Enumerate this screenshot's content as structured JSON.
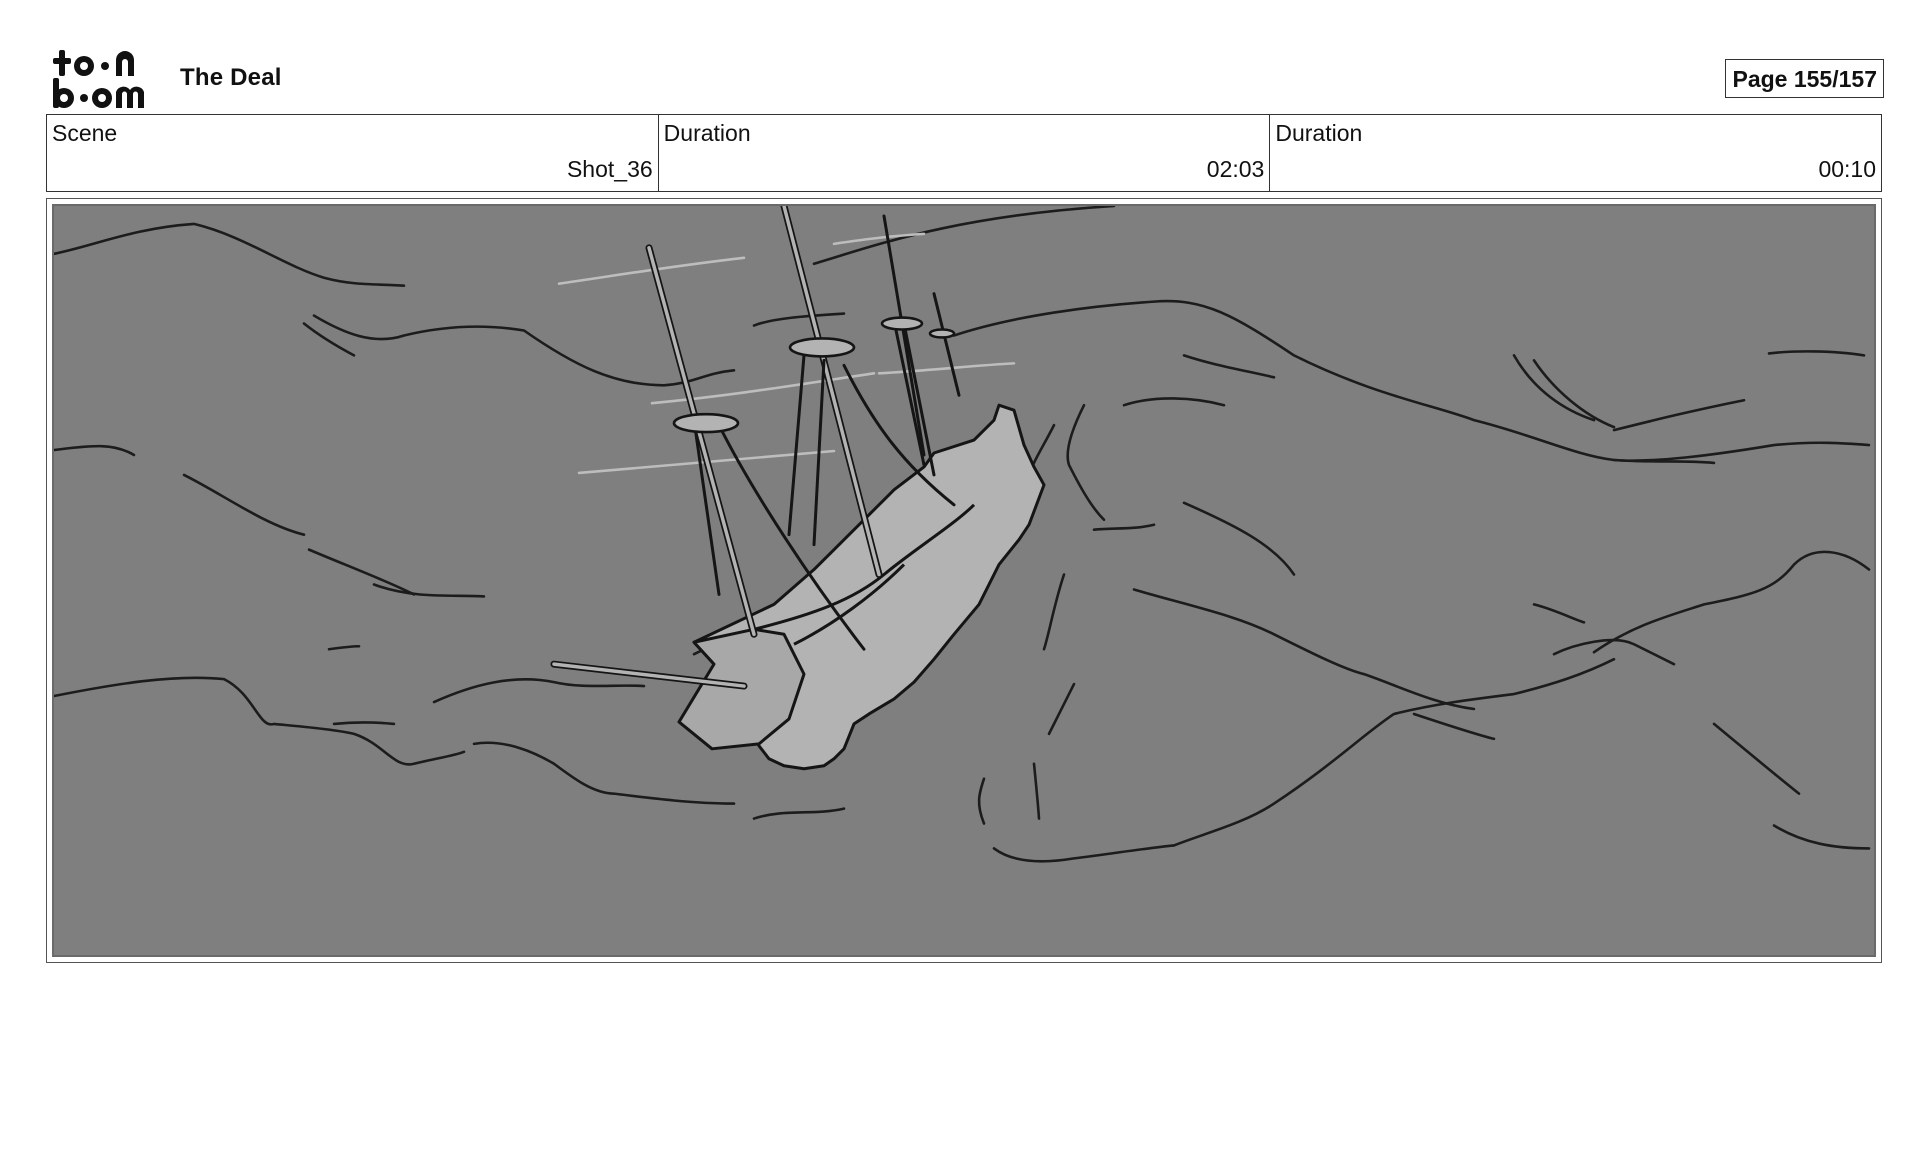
{
  "header": {
    "logo_icon": "toon-boom-logo",
    "project_title": "The Deal",
    "page_number": "Page 155/157"
  },
  "info": {
    "scene_label": "Scene",
    "scene_value": "Shot_36",
    "duration1_label": "Duration",
    "duration1_value": "02:03",
    "duration2_label": "Duration",
    "duration2_value": "00:10"
  },
  "panel": {
    "background_color": "#7f7f7f",
    "ship_color": "#b3b3b3",
    "line_color": "#1a1a1a"
  }
}
